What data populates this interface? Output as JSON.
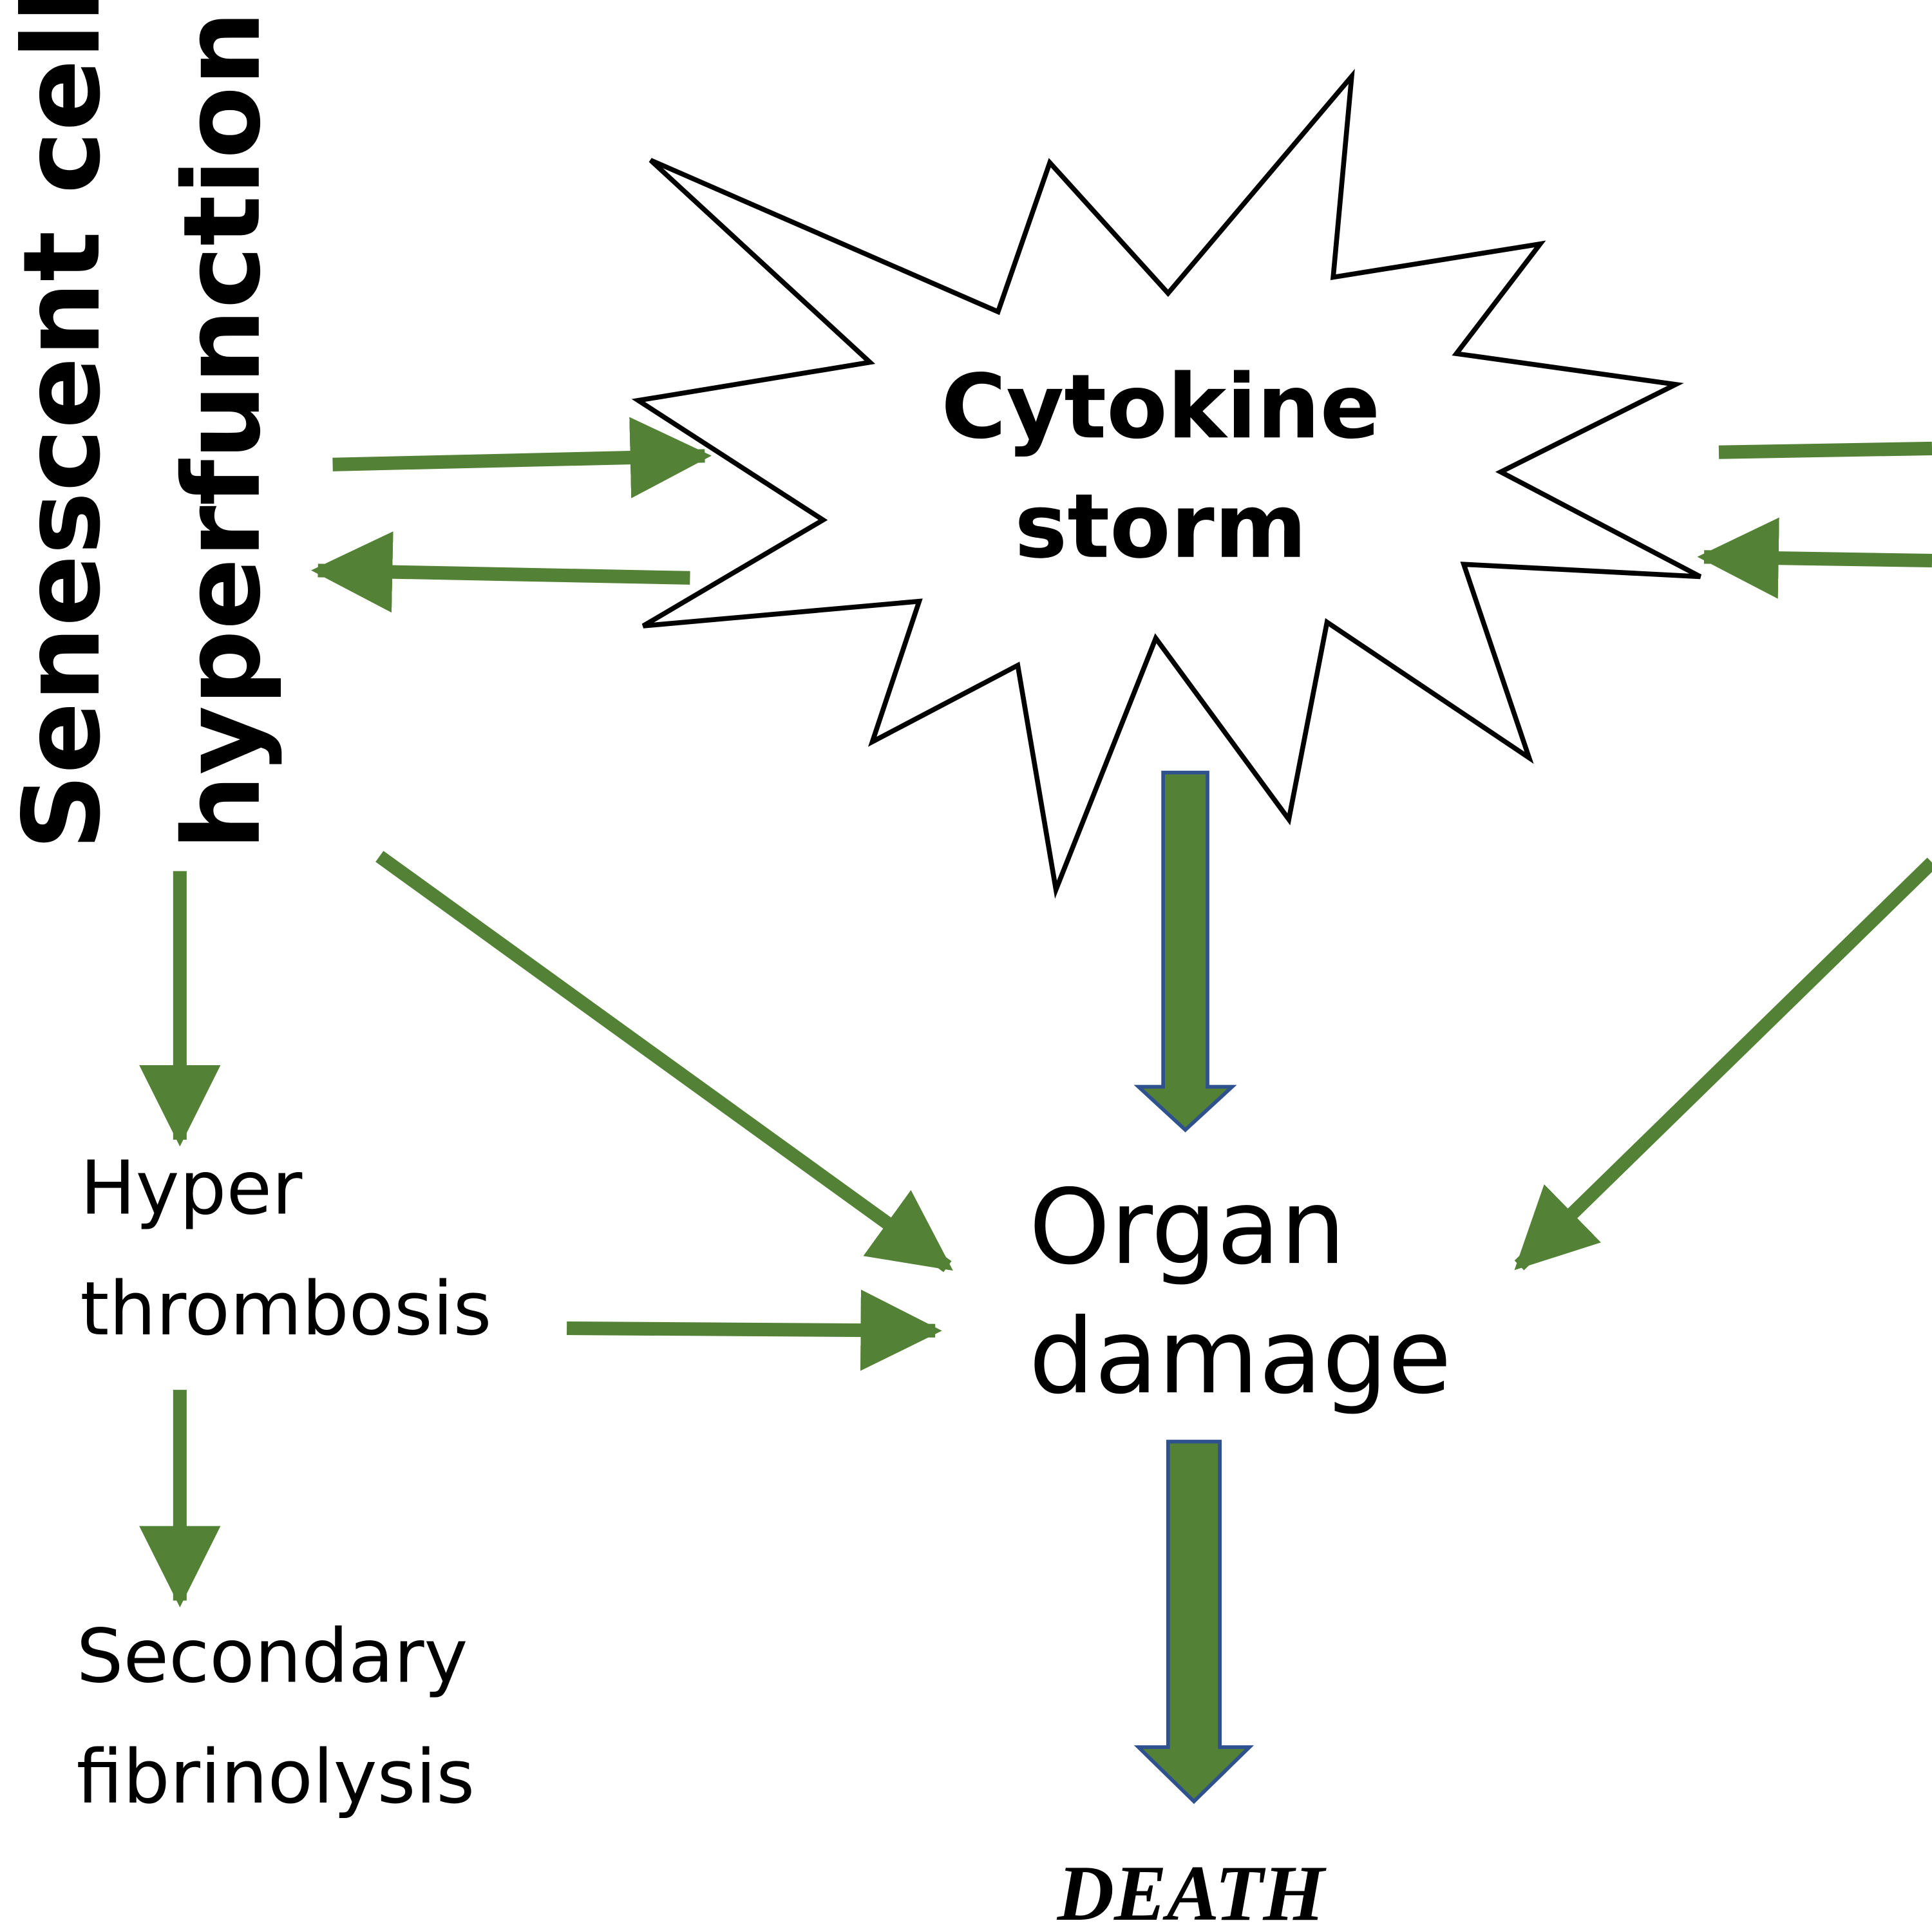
{
  "nodes": {
    "senescent": {
      "line1": "Senescent cell",
      "line2": "hyperfunction"
    },
    "cytokine": {
      "line1": "Cytokine",
      "line2": "storm"
    },
    "organ": {
      "line1": "Organ",
      "line2": "damage"
    },
    "hyper": {
      "line1": "Hyper",
      "line2": "thrombosis"
    },
    "secondary": {
      "line1": "Secondary",
      "line2": "fibrinolysis"
    },
    "death": {
      "label": "DEATH"
    }
  },
  "colors": {
    "arrow_green": "#538135",
    "block_arrow_outline": "#2f528f",
    "starburst_outline": "#000000"
  }
}
